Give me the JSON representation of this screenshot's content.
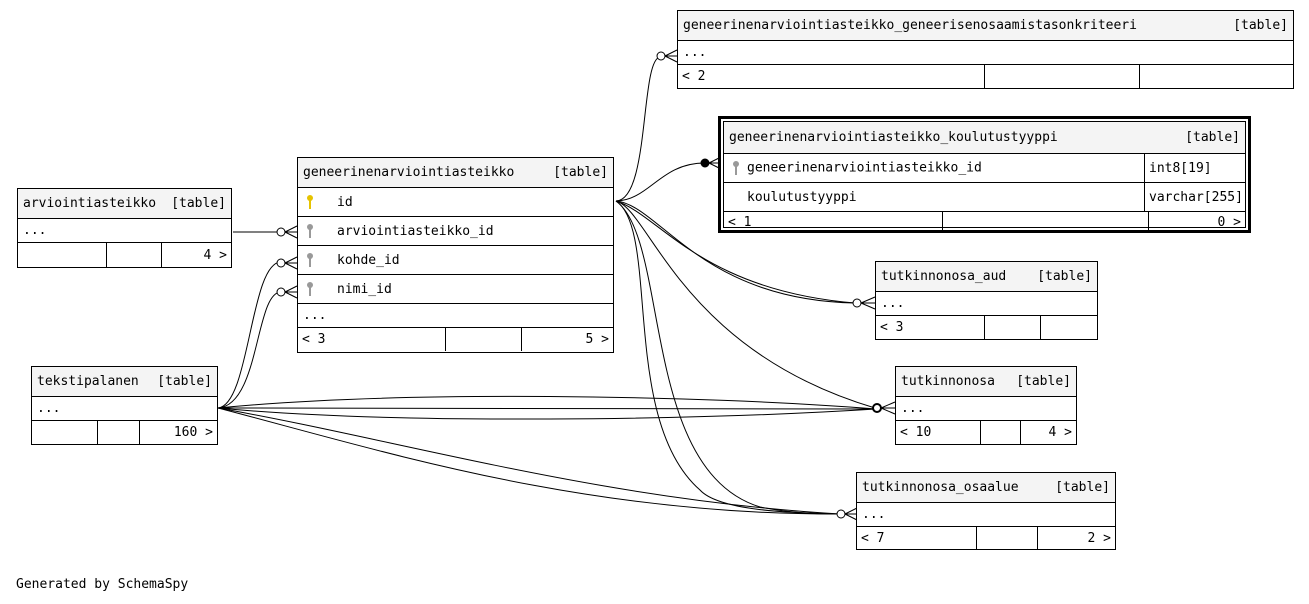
{
  "tables": {
    "gen_krit": {
      "name": "geneerinenarviointiasteikko_geneerisenosaamistasonkriteeri",
      "tag": "[table]",
      "ellipsis": "...",
      "left": "< 2",
      "mid": "",
      "right": ""
    },
    "gen_kt": {
      "name": "geneerinenarviointiasteikko_koulutustyyppi",
      "tag": "[table]",
      "cols": [
        {
          "name": "geneerinenarviointiasteikko_id",
          "type": "int8[19]"
        },
        {
          "name": "koulutustyyppi",
          "type": "varchar[255]"
        }
      ],
      "left": "< 1",
      "mid": "",
      "right": "0 >"
    },
    "gen": {
      "name": "geneerinenarviointiasteikko",
      "tag": "[table]",
      "cols": [
        "id",
        "arviointiasteikko_id",
        "kohde_id",
        "nimi_id"
      ],
      "ellipsis": "...",
      "left": "< 3",
      "mid": "",
      "right": "5 >"
    },
    "arv": {
      "name": "arviointiasteikko",
      "tag": "[table]",
      "ellipsis": "...",
      "left": "",
      "mid": "",
      "right": "4 >"
    },
    "tutk_aud": {
      "name": "tutkinnonosa_aud",
      "tag": "[table]",
      "ellipsis": "...",
      "left": "< 3",
      "mid": "",
      "right": ""
    },
    "teksti": {
      "name": "tekstipalanen",
      "tag": "[table]",
      "ellipsis": "...",
      "left": "",
      "mid": "",
      "right": "160 >"
    },
    "tutk": {
      "name": "tutkinnonosa",
      "tag": "[table]",
      "ellipsis": "...",
      "left": "< 10",
      "mid": "",
      "right": "4 >"
    },
    "tutk_oa": {
      "name": "tutkinnonosa_osaalue",
      "tag": "[table]",
      "ellipsis": "...",
      "left": "< 7",
      "mid": "",
      "right": "2 >"
    }
  },
  "footer": "Generated by SchemaSpy",
  "colors": {
    "primary_key": "#e6c300",
    "foreign_key": "#999999"
  },
  "icons": {
    "primary": "key-icon",
    "foreign": "key-icon"
  }
}
